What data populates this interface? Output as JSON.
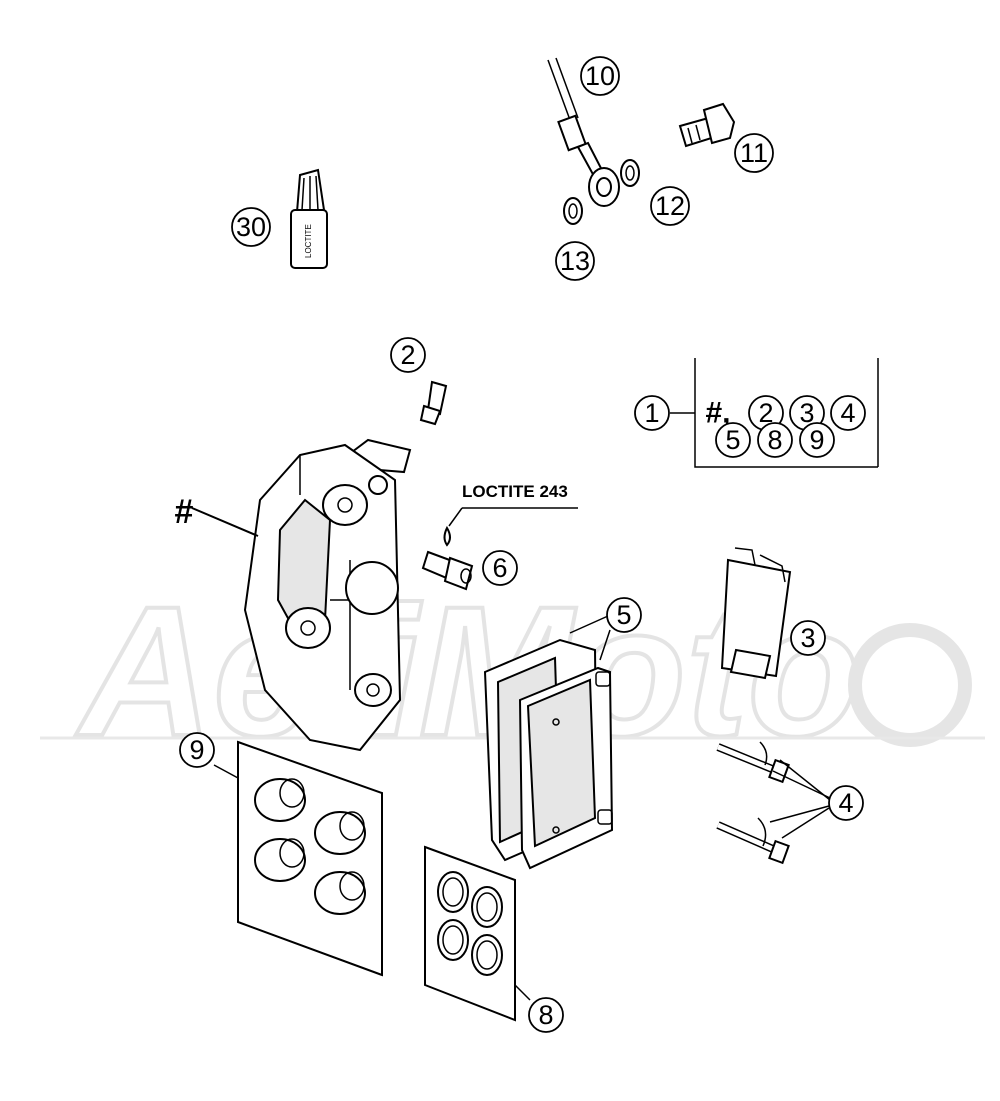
{
  "diagram": {
    "hash_label": "#",
    "loctite_label": "LOCTITE 243",
    "tube_text": "LOCTITE",
    "watermark_text": "AeliMoto",
    "kit_box": {
      "index": "1",
      "row1_prefix": "#,",
      "row1_items": [
        "2",
        "3",
        "4"
      ],
      "row2_items": [
        "5",
        "8",
        "9"
      ]
    },
    "callouts": {
      "c30": "30",
      "c10": "10",
      "c11": "11",
      "c12": "12",
      "c13": "13",
      "c2": "2",
      "c6": "6",
      "c5": "5",
      "c3": "3",
      "c4": "4",
      "c9": "9",
      "c8": "8"
    }
  },
  "colors": {
    "line": "#000000",
    "background": "#ffffff",
    "watermark": "#dcdcdc"
  }
}
